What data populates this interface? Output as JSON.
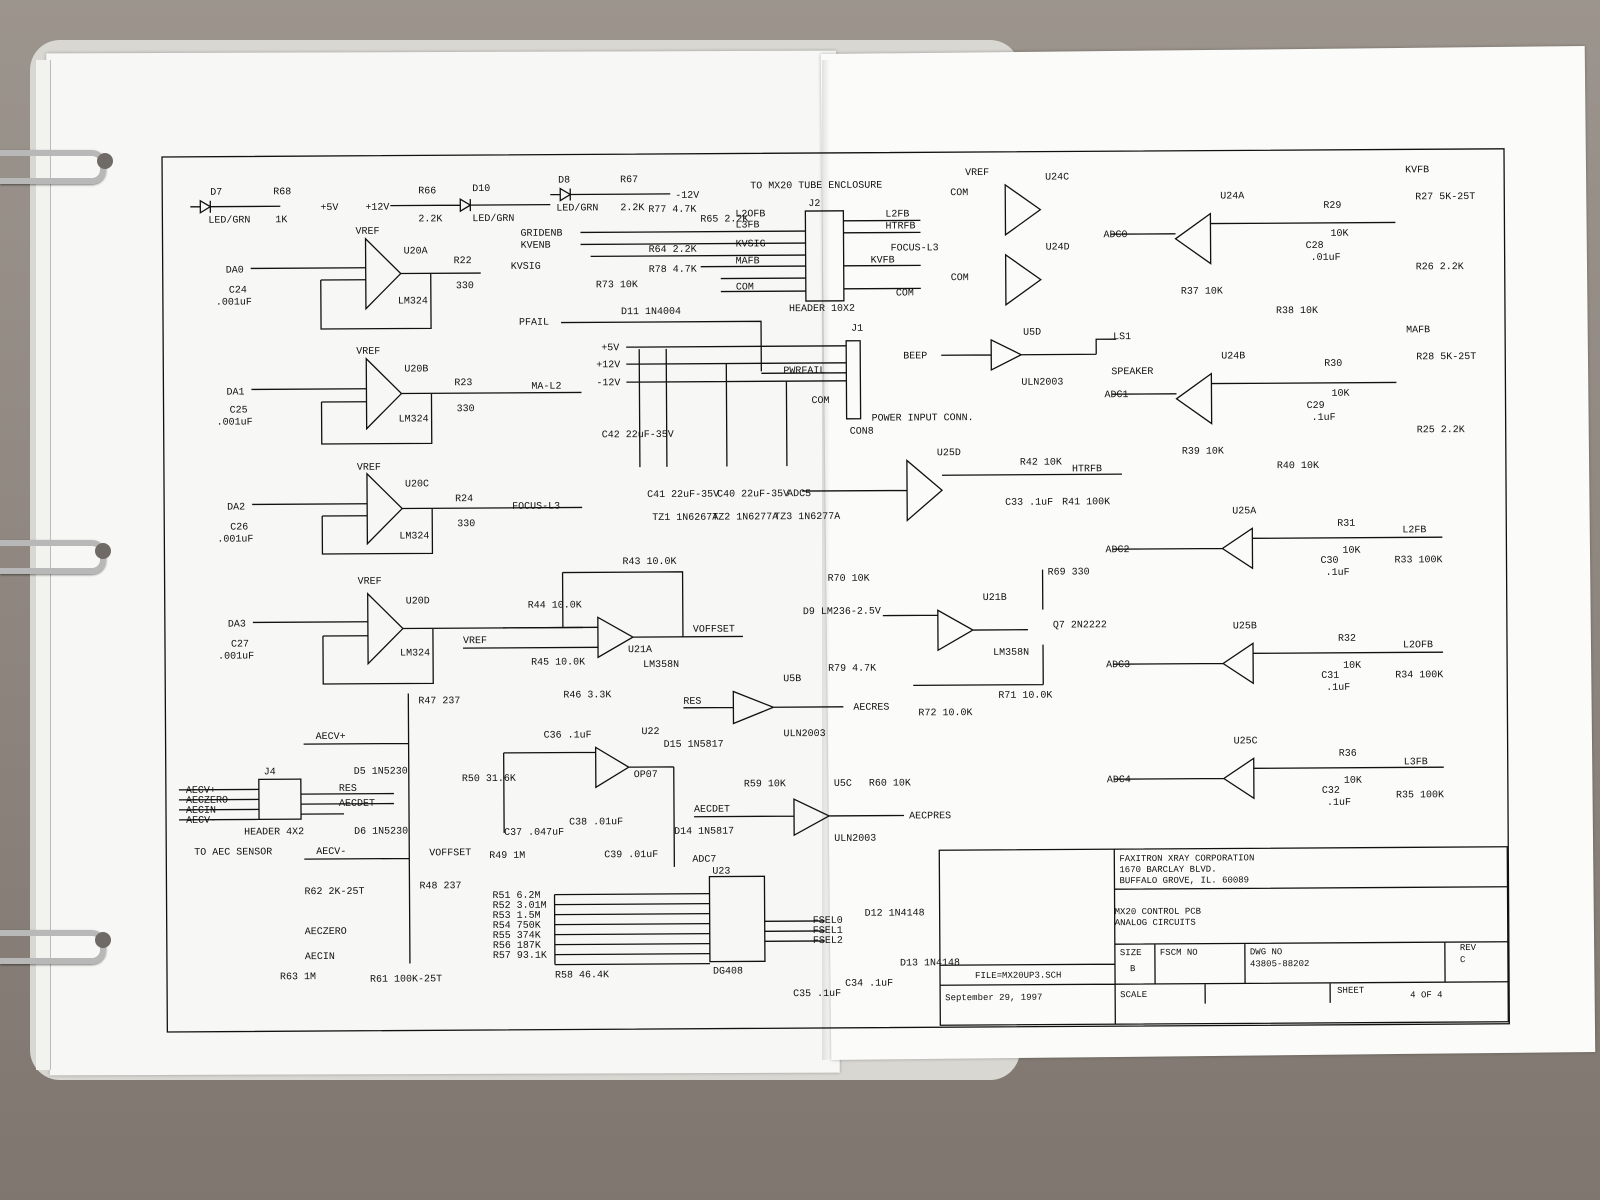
{
  "sheet": {
    "tube_enclosure_label": "TO MX20 TUBE ENCLOSURE",
    "aec_sensor_label": "TO AEC SENSOR",
    "power_input_label": "POWER INPUT CONN."
  },
  "title_block": {
    "company": "FAXITRON XRAY CORPORATION",
    "address1": "1670 BARCLAY BLVD.",
    "address2": "BUFFALO GROVE, IL. 60089",
    "title1": "MX20 CONTROL PCB",
    "title2": "ANALOG CIRCUITS",
    "file": "FILE=MX20UP3.SCH",
    "date": "September 29, 1997",
    "size_label": "SIZE",
    "size": "B",
    "fscm_label": "FSCM NO",
    "dwg_label": "DWG NO",
    "dwg_no": "43805-88202",
    "rev_label": "REV",
    "rev": "C",
    "scale_label": "SCALE",
    "sheet_label": "SHEET",
    "sheet_no": "4 OF 4"
  },
  "opamps": [
    {
      "ref": "U20A",
      "part": "LM324",
      "in": "DA0",
      "out": "KVSIG",
      "r": "R22",
      "rv": "330",
      "c": "C24",
      "cv": ".001uF"
    },
    {
      "ref": "U20B",
      "part": "LM324",
      "in": "DA1",
      "out": "MA-L2",
      "r": "R23",
      "rv": "330",
      "c": "C25",
      "cv": ".001uF"
    },
    {
      "ref": "U20C",
      "part": "LM324",
      "in": "DA2",
      "out": "FOCUS-L3",
      "r": "R24",
      "rv": "330",
      "c": "C26",
      "cv": ".001uF"
    },
    {
      "ref": "U20D",
      "part": "LM324",
      "in": "DA3",
      "out": "",
      "r": "",
      "rv": "",
      "c": "C27",
      "cv": ".001uF"
    }
  ],
  "adc_channels": [
    {
      "ref": "U24A",
      "in": "ADC0",
      "out": "KVFB",
      "r": "R29",
      "rv": "10K",
      "c": "C28",
      "cv": ".01uF"
    },
    {
      "ref": "U24B",
      "in": "ADC1",
      "out": "MAFB",
      "r": "R30",
      "rv": "10K",
      "c": "C29",
      "cv": ".1uF"
    },
    {
      "ref": "U25A",
      "in": "ADC2",
      "out": "L2FB",
      "r": "R31",
      "rv": "10K",
      "c": "C30",
      "cv": ".1uF"
    },
    {
      "ref": "U25B",
      "in": "ADC3",
      "out": "L2OFB",
      "r": "R32",
      "rv": "10K",
      "c": "C31",
      "cv": ".1uF"
    },
    {
      "ref": "U25C",
      "in": "ADC4",
      "out": "L3FB",
      "r": "R36",
      "rv": "10K",
      "c": "C32",
      "cv": ".1uF"
    }
  ],
  "leds": [
    {
      "ref": "D7",
      "label": "LED/GRN",
      "r": "R68",
      "rv": "1K",
      "rail": "+5V"
    },
    {
      "ref": "D10",
      "label": "LED/GRN",
      "r": "R66",
      "rv": "2.2K",
      "rail": "+12V"
    },
    {
      "ref": "D8",
      "label": "LED/GRN",
      "r": "R67",
      "rv": "2.2K",
      "rail": "-12V"
    }
  ],
  "header10": {
    "ref": "J2",
    "name": "HEADER 10X2",
    "signals_left": [
      "L2OFB",
      "L3FB",
      "GRIDENB",
      "KVENB",
      "KVSIG",
      "MAFB",
      "COM"
    ],
    "signals_right": [
      "L2FB",
      "HTRFB",
      "FOCUS-L3",
      "KVFB",
      "COM"
    ]
  },
  "power_conn": {
    "ref": "J1",
    "name": "CON8",
    "signals": [
      "+5V",
      "+12V",
      "-12V",
      "PWRFAIL",
      "COM"
    ],
    "c42": "C42 22uF-35V",
    "c41": "C41 22uF-35V",
    "c40": "C40 22uF-35V",
    "tz1": "TZ1 1N6267A",
    "tz2": "TZ2 1N6277A",
    "tz3": "TZ3 1N6277A",
    "pfail": "PFAIL",
    "d11": "D11 1N4004",
    "r73": "R73 10K"
  },
  "misc": {
    "u24c": "U24C",
    "u24d": "U24D",
    "u5d": "U5D",
    "uln": "ULN2003",
    "beep": "BEEP",
    "speaker": "SPEAKER",
    "ls1": "LS1",
    "u25d": "U25D",
    "adc5": "ADC5",
    "htrfb": "HTRFB",
    "r42": "R42 10K",
    "r41": "R41 100K",
    "c33": "C33 .1uF",
    "u21a": "U21A",
    "lm358": "LM358N",
    "voffset": "VOFFSET",
    "r43": "R43 10.0K",
    "r44": "R44 10.0K",
    "r45": "R45 10.0K",
    "u21b": "U21B",
    "q7": "Q7 2N2222",
    "d9": "D9 LM236-2.5V",
    "r70": "R70 10K",
    "r71": "R71 10.0K",
    "r72": "R72 10.0K",
    "r69": "R69 330",
    "r79": "R79 4.7K",
    "u5b": "U5B",
    "aecres": "AECRES",
    "res": "RES",
    "u5c": "U5C",
    "aecpres": "AECPRES",
    "aecdet": "AECDET",
    "r59": "R59 10K",
    "r60": "R60 10K",
    "u22": "U22",
    "op07": "OP07",
    "d15": "D15 1N5817",
    "d14": "D14 1N5817",
    "c36": "C36 .1uF",
    "c37": "C37 .047uF",
    "c38": "C38 .01uF",
    "c39": "C39 .01uF",
    "r50": "R50 31.6K",
    "r46": "R46 3.3K",
    "j4": "J4",
    "header4": "HEADER 4X2",
    "aec_pins": [
      "AECV+",
      "AECZERO",
      "AECIN",
      "AECV-"
    ],
    "d5": "D5 1N5230",
    "d6": "D6 1N5230",
    "r47": "R47 237",
    "r48": "R48 237",
    "r62": "R62 2K-25T",
    "r61": "R61 100K-25T",
    "r63": "R63 1M",
    "r49": "R49 1M",
    "u23": "U23",
    "dg408": "DG408",
    "adc7": "ADC7",
    "mux_res": [
      "R51 6.2M",
      "R52 3.01M",
      "R53 1.5M",
      "R54 750K",
      "R55 374K",
      "R56 187K",
      "R57 93.1K",
      "R58 46.4K"
    ],
    "fsel": [
      "FSEL0",
      "FSEL1",
      "FSEL2"
    ],
    "d12": "D12 1N4148",
    "d13": "D13 1N4148",
    "c35": "C35 .1uF",
    "c34": "C34 .1uF",
    "pot_r27": "R27 5K-25T",
    "pot_r26": "R26 2.2K",
    "pot_r28": "R28 5K-25T",
    "pot_r25": "R25 2.2K",
    "r37": "R37 10K",
    "r38": "R38 10K",
    "r39": "R39 10K",
    "r40": "R40 10K",
    "r33": "R33 100K",
    "r34": "R34 100K",
    "r35": "R35 100K",
    "r77": "R77 4.7K",
    "r65": "R65 2.2K",
    "r64": "R64 2.2K",
    "r78": "R78 4.7K",
    "vref": "VREF",
    "com": "COM",
    "p5v": "+5V",
    "p12v": "+12V",
    "m12v": "-12V"
  }
}
